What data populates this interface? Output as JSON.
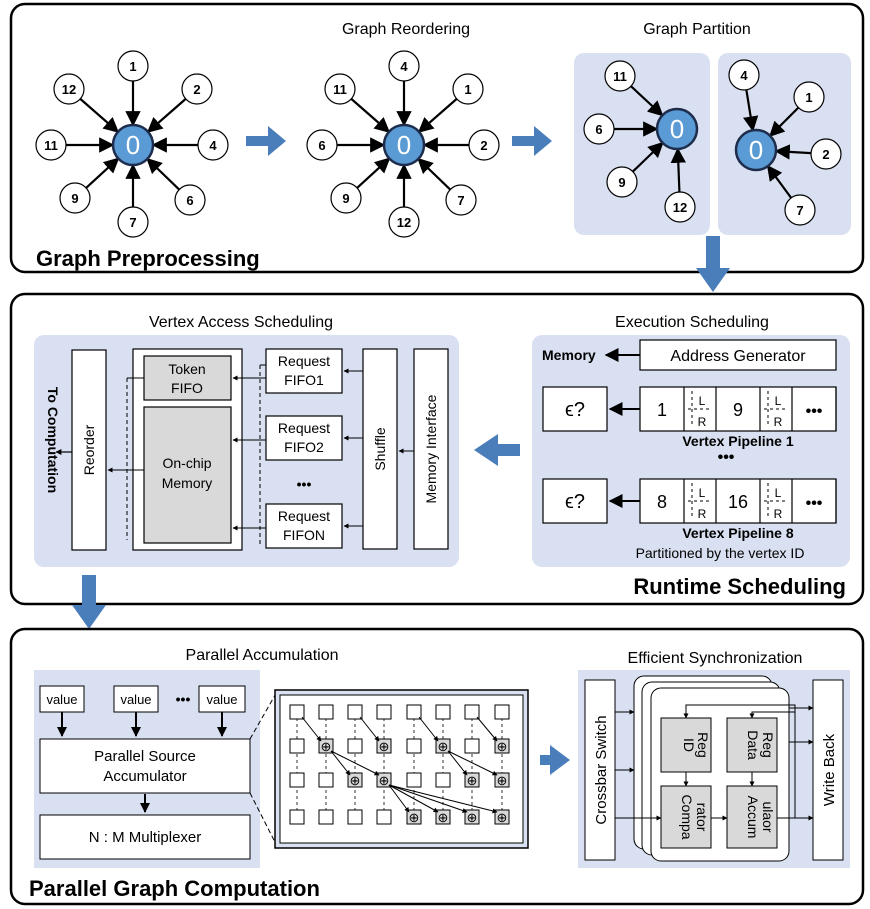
{
  "graph_preprocessing": {
    "title": "Graph Preprocessing",
    "reordering_label": "Graph Reordering",
    "partition_label": "Graph Partition",
    "center_label": "0",
    "graph1_nodes": [
      "1",
      "2",
      "4",
      "6",
      "7",
      "9",
      "11",
      "12"
    ],
    "graph2_nodes": [
      "4",
      "1",
      "2",
      "7",
      "12",
      "9",
      "6",
      "11"
    ],
    "partition_a_nodes": [
      "11",
      "6",
      "9",
      "12"
    ],
    "partition_b_nodes": [
      "4",
      "1",
      "2",
      "7"
    ]
  },
  "runtime_scheduling": {
    "title": "Runtime Scheduling",
    "vertex_access_label": "Vertex Access Scheduling",
    "execution_label": "Execution Scheduling",
    "to_computation": "To Computation",
    "reorder": "Reorder",
    "token": "Token",
    "fifo": "FIFO",
    "onchip_line1": "On-chip",
    "onchip_line2": "Memory",
    "request": "Request",
    "fifo1": "FIFO1",
    "fifo2": "FIFO2",
    "fifon": "FIFON",
    "dots": "•••",
    "shuffle": "Shuffle",
    "memory_interface": "Memory Interface",
    "memory": "Memory",
    "address_generator": "Address Generator",
    "epsilon": "ϵ?",
    "lr_l": "L",
    "lr_r": "R",
    "pipe1_v1": "1",
    "pipe1_v2": "9",
    "pipe1_label": "Vertex Pipeline 1",
    "pipe8_v1": "8",
    "pipe8_v2": "16",
    "pipe8_label": "Vertex Pipeline 8",
    "ellipsis": "•••",
    "partitioned_note": "Partitioned by the vertex ID"
  },
  "parallel_computation": {
    "title": "Parallel Graph Computation",
    "accumulation_label": "Parallel Accumulation",
    "value": "value",
    "dots": "•••",
    "psa_line1": "Parallel Source",
    "psa_line2": "Accumulator",
    "multiplexer": "N : M Multiplexer",
    "sync_label": "Efficient Synchronization",
    "crossbar": "Crossbar Switch",
    "id_reg_1": "ID",
    "id_reg_2": "Reg",
    "data_reg_1": "Data",
    "data_reg_2": "Reg",
    "comparator_1": "Compa",
    "comparator_2": "rator",
    "accumulator_1": "Accum",
    "accumulator_2": "ulaor",
    "write_back": "Write Back",
    "plus": "⊕"
  }
}
